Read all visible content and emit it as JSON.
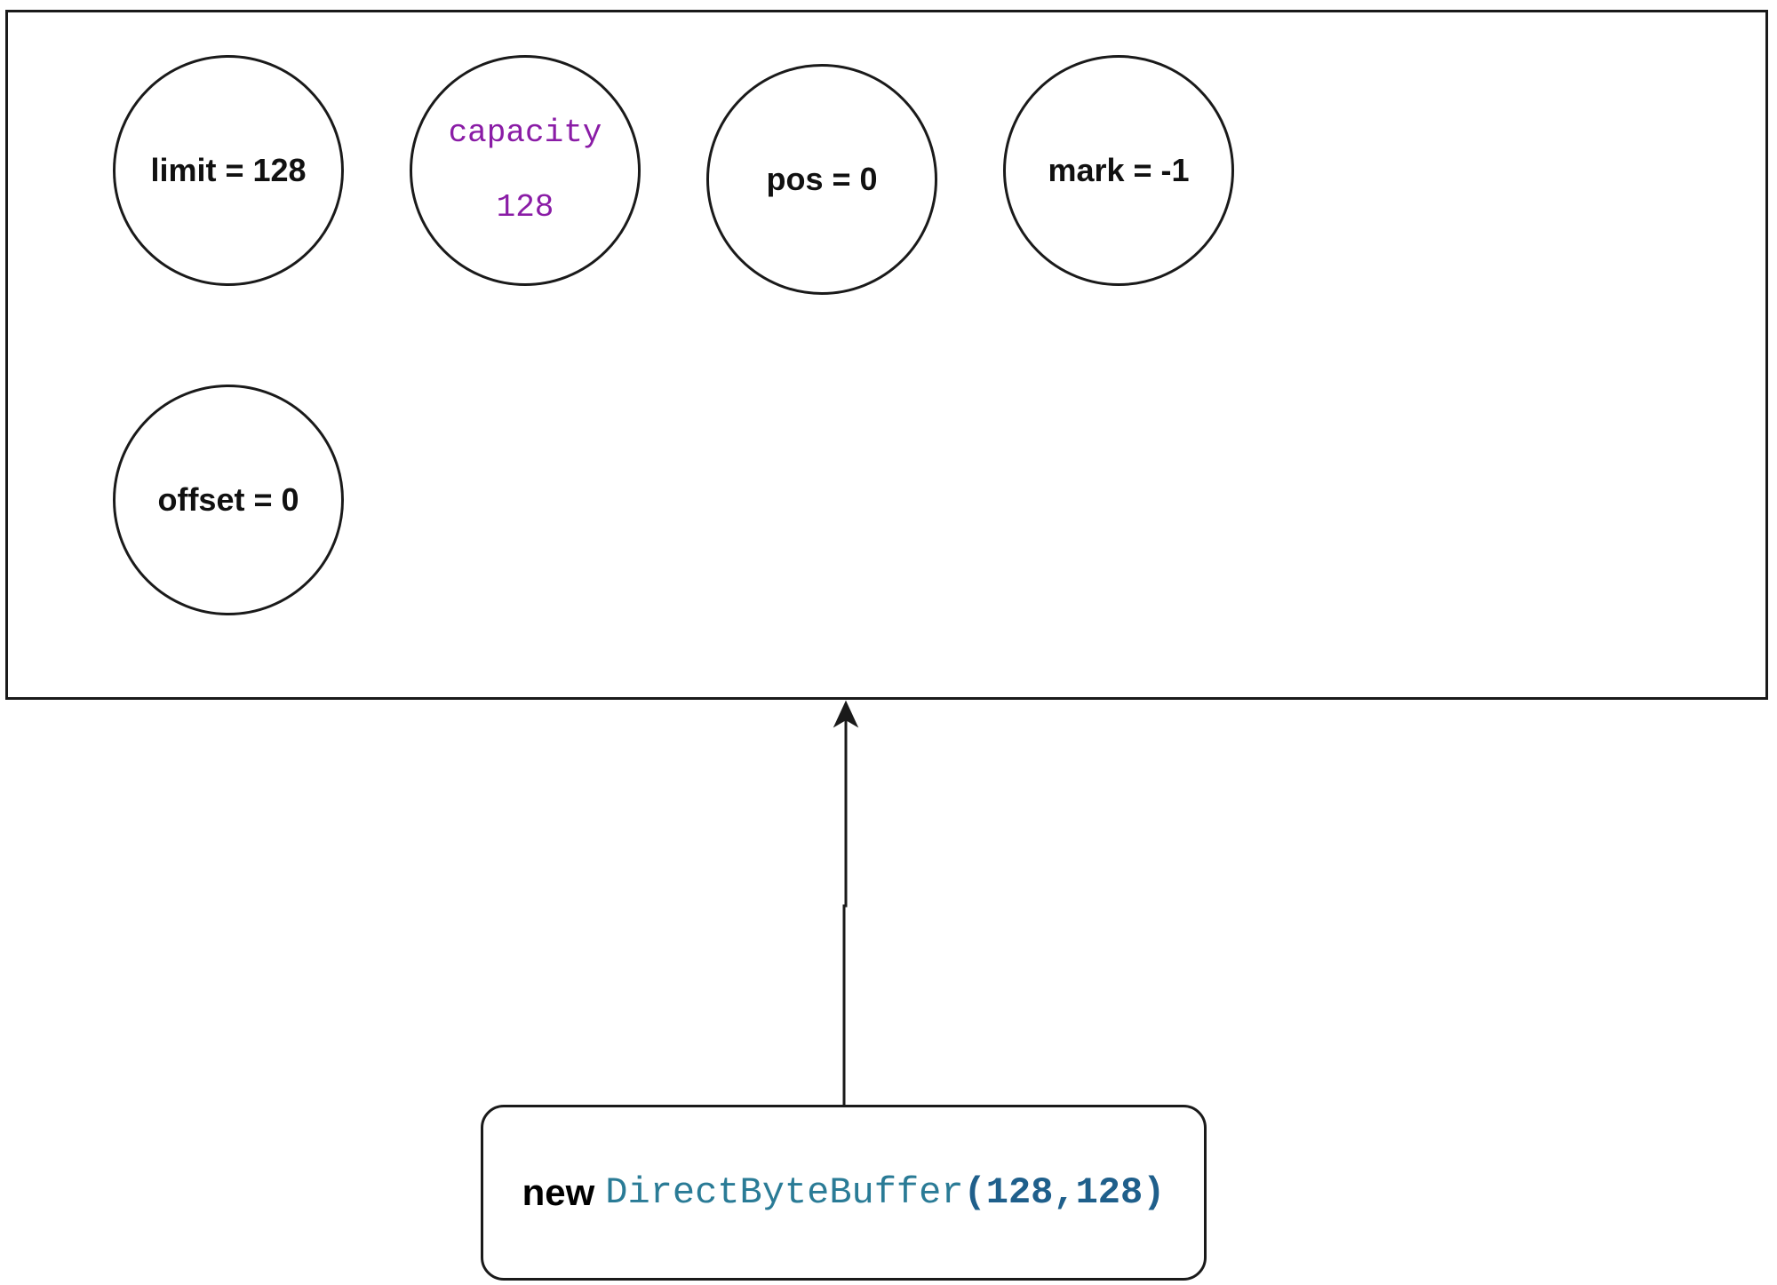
{
  "colors": {
    "stroke": "#1a1a1a",
    "text": "#111111",
    "capacity": "#8a1ca6",
    "class_name": "#2a7b96",
    "args": "#1f5f8b"
  },
  "fields": {
    "limit": "limit = 128",
    "capacity_name": "capacity",
    "capacity_value": "128",
    "pos": "pos = 0",
    "mark": "mark = -1",
    "offset": "offset = 0"
  },
  "constructor": {
    "keyword": "new",
    "class_name": "DirectByteBuffer",
    "args": "(128,128)"
  }
}
